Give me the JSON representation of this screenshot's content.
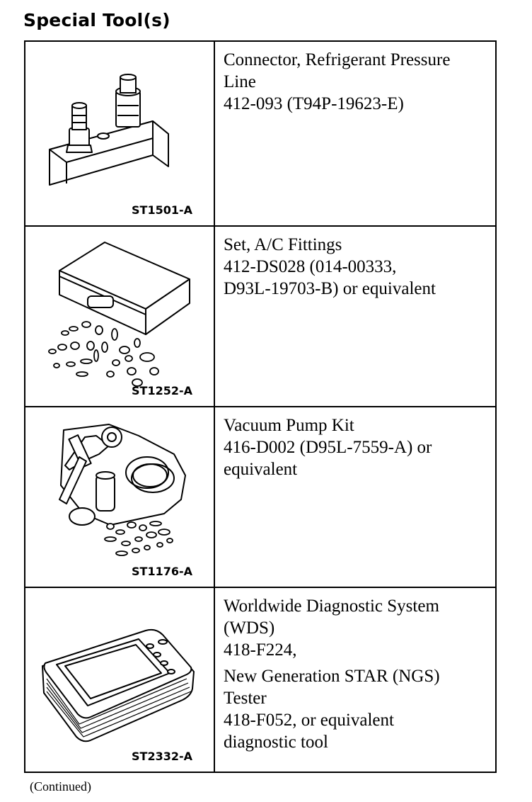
{
  "page": {
    "heading": "Special Tool(s)",
    "footer": "(Continued)"
  },
  "tools": [
    {
      "code": "ST1501-A",
      "icon": "pressure-line-connector-icon",
      "lines": [
        "Connector, Refrigerant Pressure",
        "Line",
        "412-093 (T94P-19623-E)"
      ]
    },
    {
      "code": "ST1252-A",
      "icon": "fittings-set-icon",
      "lines": [
        "Set, A/C Fittings",
        "412-DS028 (014-00333,",
        "D93L-19703-B) or equivalent"
      ]
    },
    {
      "code": "ST1176-A",
      "icon": "vacuum-pump-kit-icon",
      "lines": [
        "Vacuum Pump Kit",
        "416-D002 (D95L-7559-A) or",
        "equivalent"
      ]
    },
    {
      "code": "ST2332-A",
      "icon": "diagnostic-tester-icon",
      "lines": [
        "Worldwide Diagnostic System",
        "(WDS)",
        "418-F224,",
        "New Generation STAR (NGS)",
        "Tester",
        "418-F052, or equivalent",
        "diagnostic tool"
      ]
    }
  ]
}
